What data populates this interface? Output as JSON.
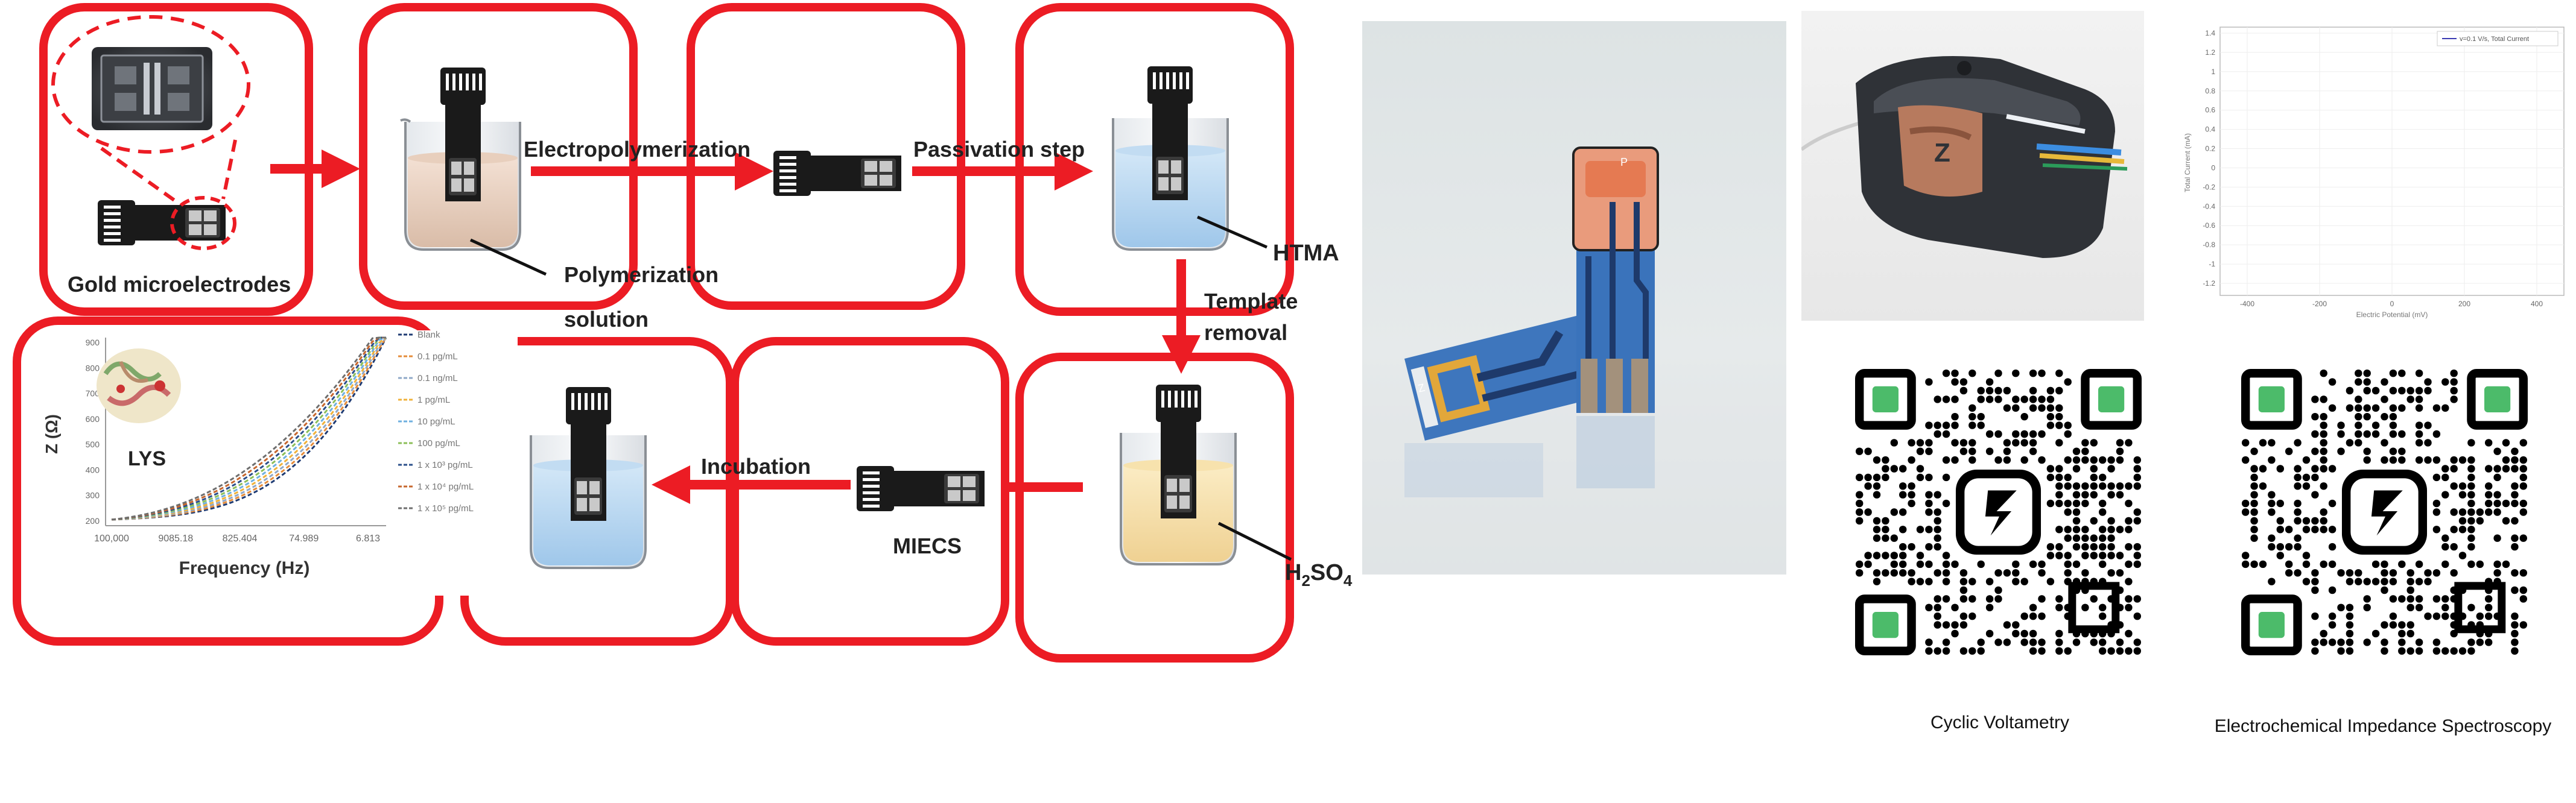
{
  "flow": {
    "labels": {
      "gold_microelectrodes": "Gold microelectrodes",
      "electropolymerization": "Electropolymerization",
      "passivation_step": "Passivation step",
      "polymerization_solution_1": "Polymerization",
      "polymerization_solution_2": "solution",
      "htma": "HTMA",
      "template_removal_1": "Template",
      "template_removal_2": "removal",
      "incubation": "Incubation",
      "miecs": "MIECS",
      "h2so4_main": "H",
      "h2so4_sub1": "2",
      "h2so4_mid": "SO",
      "h2so4_sub2": "4"
    },
    "colors": {
      "box": "#ec1c24",
      "arrow": "#ec1c24",
      "strip": "#1a1a1a",
      "pad": "#bbbbbb"
    }
  },
  "eis_plot": {
    "ylabel": "Z (Ω)",
    "xlabel": "Frequency (Hz)",
    "protein_label": "LYS",
    "x_ticks": [
      "100,000",
      "9085.18",
      "825.404",
      "74.989",
      "6.813"
    ],
    "y_ticks": [
      "200",
      "300",
      "400",
      "500",
      "600",
      "700",
      "800",
      "900"
    ],
    "legend": [
      "Blank",
      "0.1 pg/mL",
      "0.1 ng/mL",
      "1 pg/mL",
      "10 pg/mL",
      "100 pg/mL",
      "1 x 10³ pg/mL",
      "1 x 10⁴ pg/mL",
      "1 x 10⁵ pg/mL"
    ]
  },
  "photo_sensor": {
    "strip_marks": [
      "Z",
      "P"
    ]
  },
  "photo_device": {
    "logo": "Z"
  },
  "cv_plot": {
    "legend": "v=0.1 V/s, Total Current",
    "ylabel": "Total Current (mA)",
    "xlabel": "Electric Potential (mV)",
    "x_ticks": [
      "-400",
      "-200",
      "0",
      "200",
      "400"
    ],
    "y_ticks": [
      "1.4",
      "1.2",
      "1",
      "0.8",
      "0.6",
      "0.4",
      "0.2",
      "0",
      "-0.2",
      "-0.4",
      "-0.6",
      "-0.8",
      "-1",
      "-1.2"
    ]
  },
  "qr_codes": [
    {
      "caption": "Cyclic Voltametry"
    },
    {
      "caption": "Electrochemical Impedance Spectroscopy"
    }
  ]
}
